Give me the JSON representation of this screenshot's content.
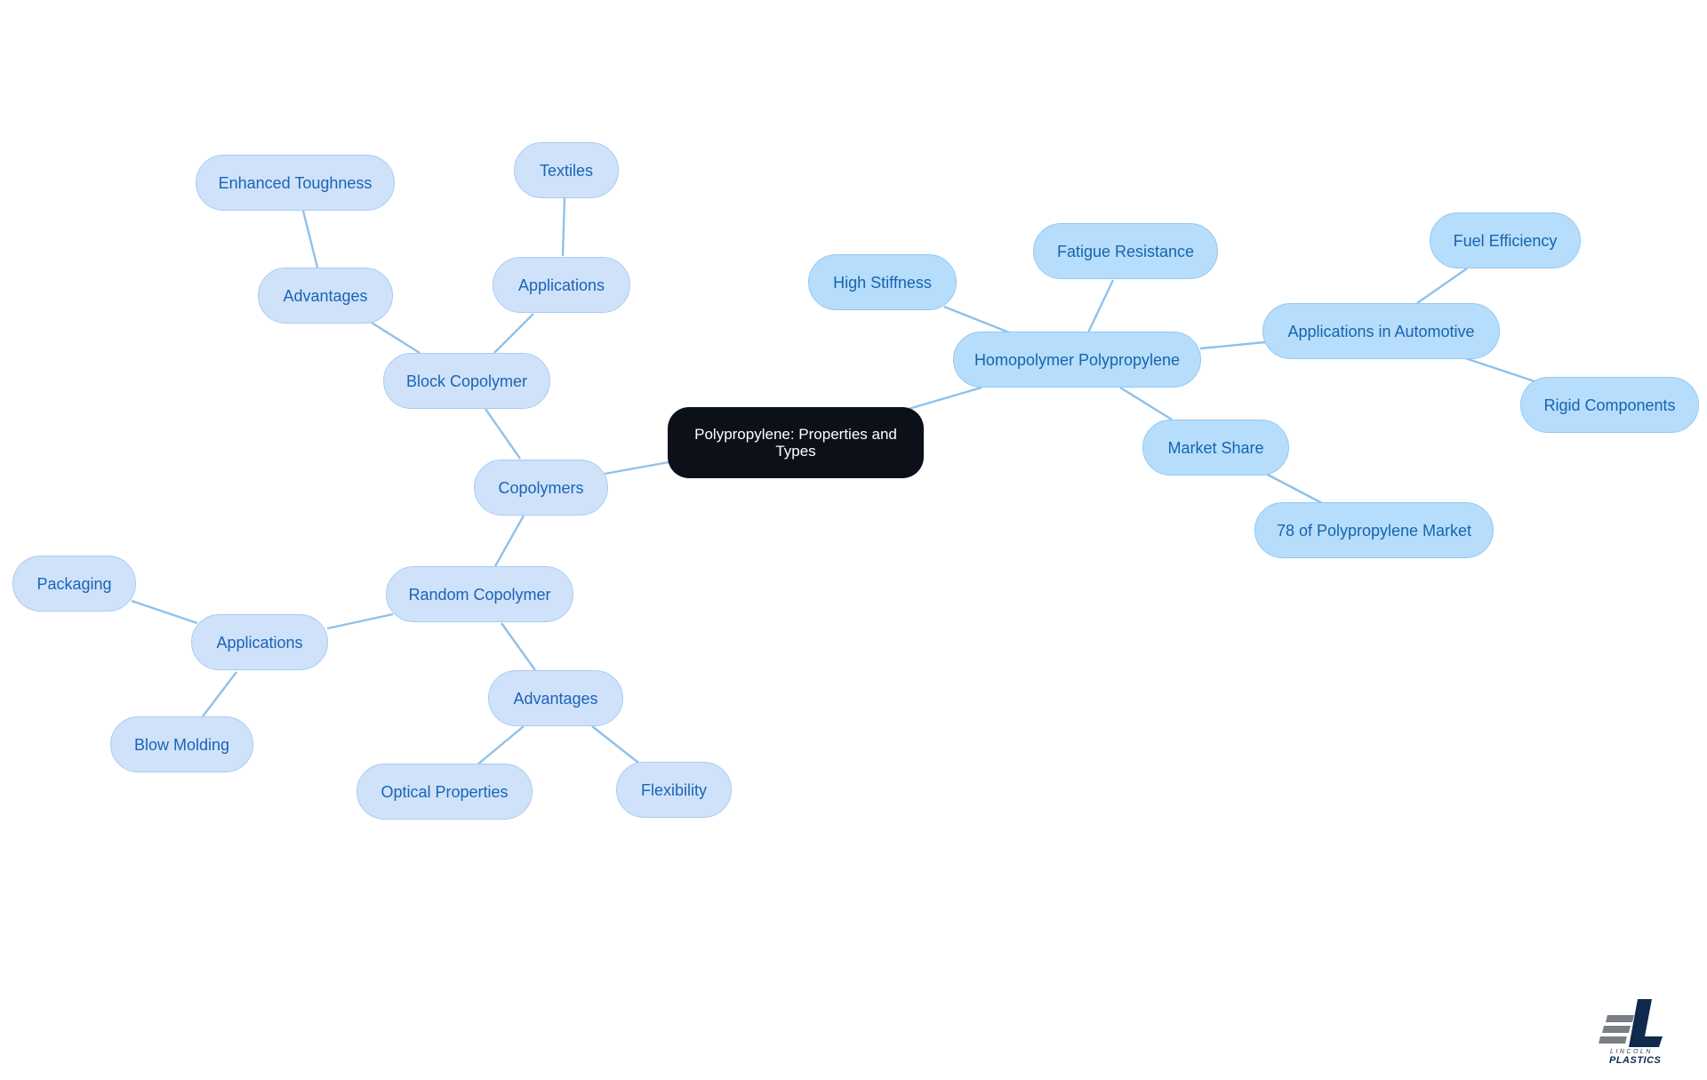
{
  "root": {
    "label": "Polypropylene: Properties and Types"
  },
  "copolymers": {
    "label": "Copolymers",
    "block": {
      "label": "Block Copolymer",
      "advantages": {
        "label": "Advantages",
        "enhanced_toughness": "Enhanced Toughness"
      },
      "applications": {
        "label": "Applications",
        "textiles": "Textiles"
      }
    },
    "random": {
      "label": "Random Copolymer",
      "applications": {
        "label": "Applications",
        "packaging": "Packaging",
        "blow_molding": "Blow Molding"
      },
      "advantages": {
        "label": "Advantages",
        "optical_properties": "Optical Properties",
        "flexibility": "Flexibility"
      }
    }
  },
  "homopolymer": {
    "label": "Homopolymer Polypropylene",
    "high_stiffness": "High Stiffness",
    "fatigue_resistance": "Fatigue Resistance",
    "automotive": {
      "label": "Applications in Automotive",
      "fuel_efficiency": "Fuel Efficiency",
      "rigid_components": "Rigid Components"
    },
    "market_share": {
      "label": "Market Share",
      "value": "78 of Polypropylene Market"
    }
  },
  "logo": {
    "line1": "LINCOLN",
    "line2": "PLASTICS"
  },
  "colors": {
    "root_fill": "#0c1119",
    "left_node_fill": "#cfe2fa",
    "right_node_fill": "#b6ddfb",
    "node_text": "#1a64b4",
    "edge": "#8fc1ea"
  }
}
